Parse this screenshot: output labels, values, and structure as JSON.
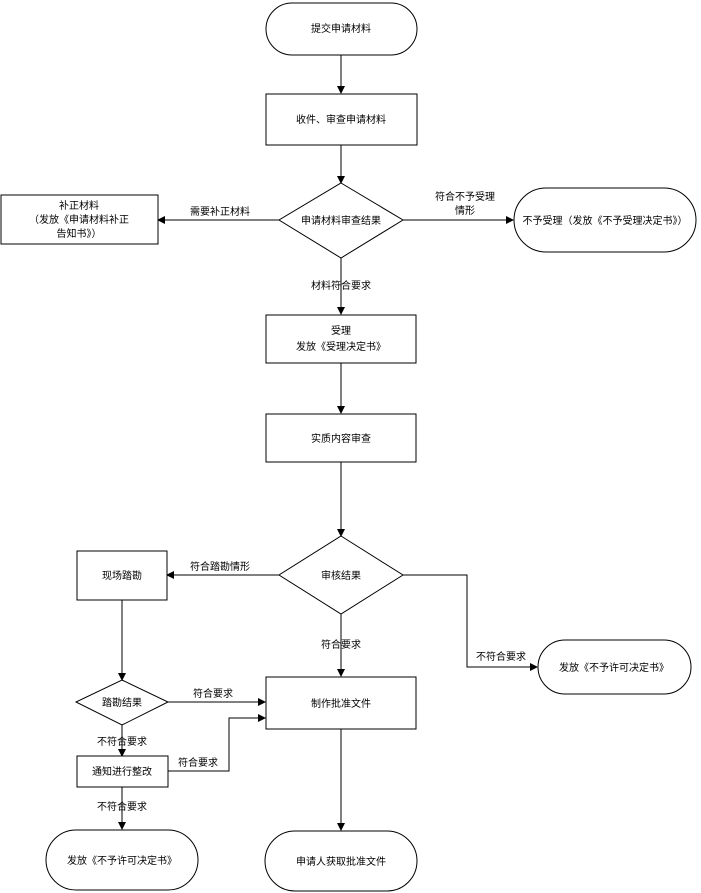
{
  "nodes": {
    "submit": "提交申请材料",
    "receive": "收件、审查申请材料",
    "review_result": "申请材料审查结果",
    "supplement_title": "补正材料",
    "supplement_line2": "（发放《申请材料补正",
    "supplement_line3": "告知书》）",
    "reject_accept": "不予受理（发放《不予受理决定书》）",
    "accept_title": "受理",
    "accept_sub": "发放《受理决定书》",
    "substantive": "实质内容审查",
    "audit_result": "审核结果",
    "site_visit": "现场踏勘",
    "survey_result": "踏勘结果",
    "rectify": "通知进行整改",
    "deny_left": "发放《不予许可决定书》",
    "make_approval": "制作批准文件",
    "deny_right": "发放《不予许可决定书》",
    "obtain": "申请人获取批准文件"
  },
  "edges": {
    "need_supplement": "需要补正材料",
    "not_accept_line1": "符合不予受理",
    "not_accept_line2": "情形",
    "material_ok": "材料符合要求",
    "survey_case": "符合踏勘情形",
    "audit_ok": "符合要求",
    "audit_not_ok": "不符合要求",
    "survey_ok": "符合要求",
    "survey_not_ok": "不符合要求",
    "rectify_ok": "符合要求",
    "rectify_not_ok": "不符合要求"
  }
}
